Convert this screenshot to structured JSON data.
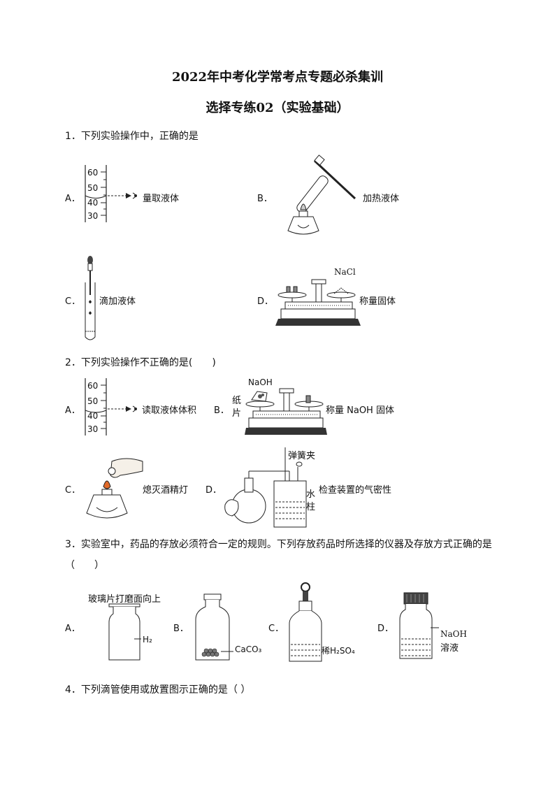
{
  "header": {
    "title": "2022年中考化学常考点专题必杀集训",
    "subtitle": "选择专练02（实验基础）"
  },
  "questions": [
    {
      "stem": "1．下列实验操作中，正确的是",
      "options": [
        {
          "letter": "A．",
          "caption": "量取液体",
          "scale": [
            "60",
            "50",
            "40",
            "30"
          ]
        },
        {
          "letter": "B．",
          "caption": "加热液体"
        },
        {
          "letter": "C．",
          "caption": "滴加液体"
        },
        {
          "letter": "D．",
          "caption": "称量固体",
          "reagent": "NaCl"
        }
      ]
    },
    {
      "stem": "2．下列实验操作不正确的是(　　)",
      "options": [
        {
          "letter": "A．",
          "caption": "读取液体体积",
          "scale": [
            "60",
            "50",
            "40",
            "30"
          ]
        },
        {
          "letter": "B．",
          "caption": "称量 NaOH 固体",
          "reagent": "NaOH",
          "paper_top": "纸",
          "paper_bottom": "片"
        },
        {
          "letter": "C．",
          "caption": "熄灭酒精灯"
        },
        {
          "letter": "D．",
          "caption": "检查装置的气密性",
          "clip": "弹簧夹",
          "water_top": "水",
          "water_bottom": "柱"
        }
      ]
    },
    {
      "stem": "3．实验室中，药品的存放必须符合一定的规则。下列存放药品时所选择的仪器及存放方式正确的是",
      "stem_cont": "（　　）",
      "options": [
        {
          "letter": "A．",
          "note": "玻璃片打磨面向上",
          "reagent": "H₂"
        },
        {
          "letter": "B．",
          "reagent": "CaCO₃"
        },
        {
          "letter": "C．",
          "reagent": "稀H₂SO₄"
        },
        {
          "letter": "D．",
          "reagent_top": "NaOH",
          "reagent_bottom": "溶液"
        }
      ]
    },
    {
      "stem": "4．下列滴管使用或放置图示正确的是（  ）"
    }
  ]
}
